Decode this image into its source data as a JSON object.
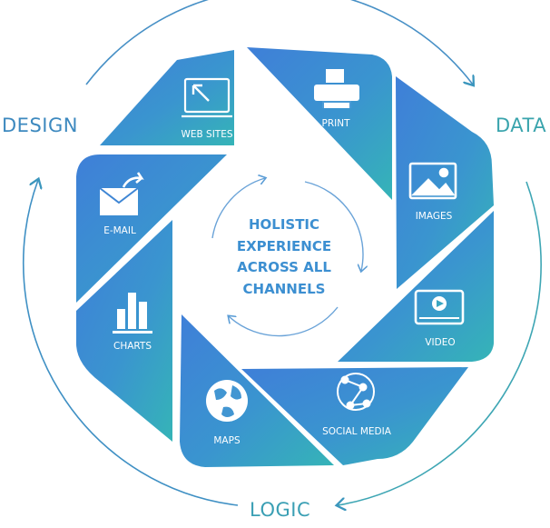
{
  "outer_labels": {
    "design": "DESIGN",
    "data": "DATA",
    "logic": "LOGIC"
  },
  "center": [
    "HOLISTIC",
    "EXPERIENCE",
    "ACROSS ALL",
    "CHANNELS"
  ],
  "segments": [
    {
      "label": "WEB SITES",
      "icon": "monitor-cursor-icon"
    },
    {
      "label": "PRINT",
      "icon": "printer-icon"
    },
    {
      "label": "IMAGES",
      "icon": "picture-icon"
    },
    {
      "label": "VIDEO",
      "icon": "video-player-icon"
    },
    {
      "label": "SOCIAL MEDIA",
      "icon": "social-network-globe-icon"
    },
    {
      "label": "MAPS",
      "icon": "globe-icon"
    },
    {
      "label": "CHARTS",
      "icon": "bar-chart-icon"
    },
    {
      "label": "E-MAIL",
      "icon": "envelope-icon"
    }
  ],
  "colors": {
    "blue": "#3d86d6",
    "teal": "#36aebc",
    "ring": "#4a98c0"
  }
}
